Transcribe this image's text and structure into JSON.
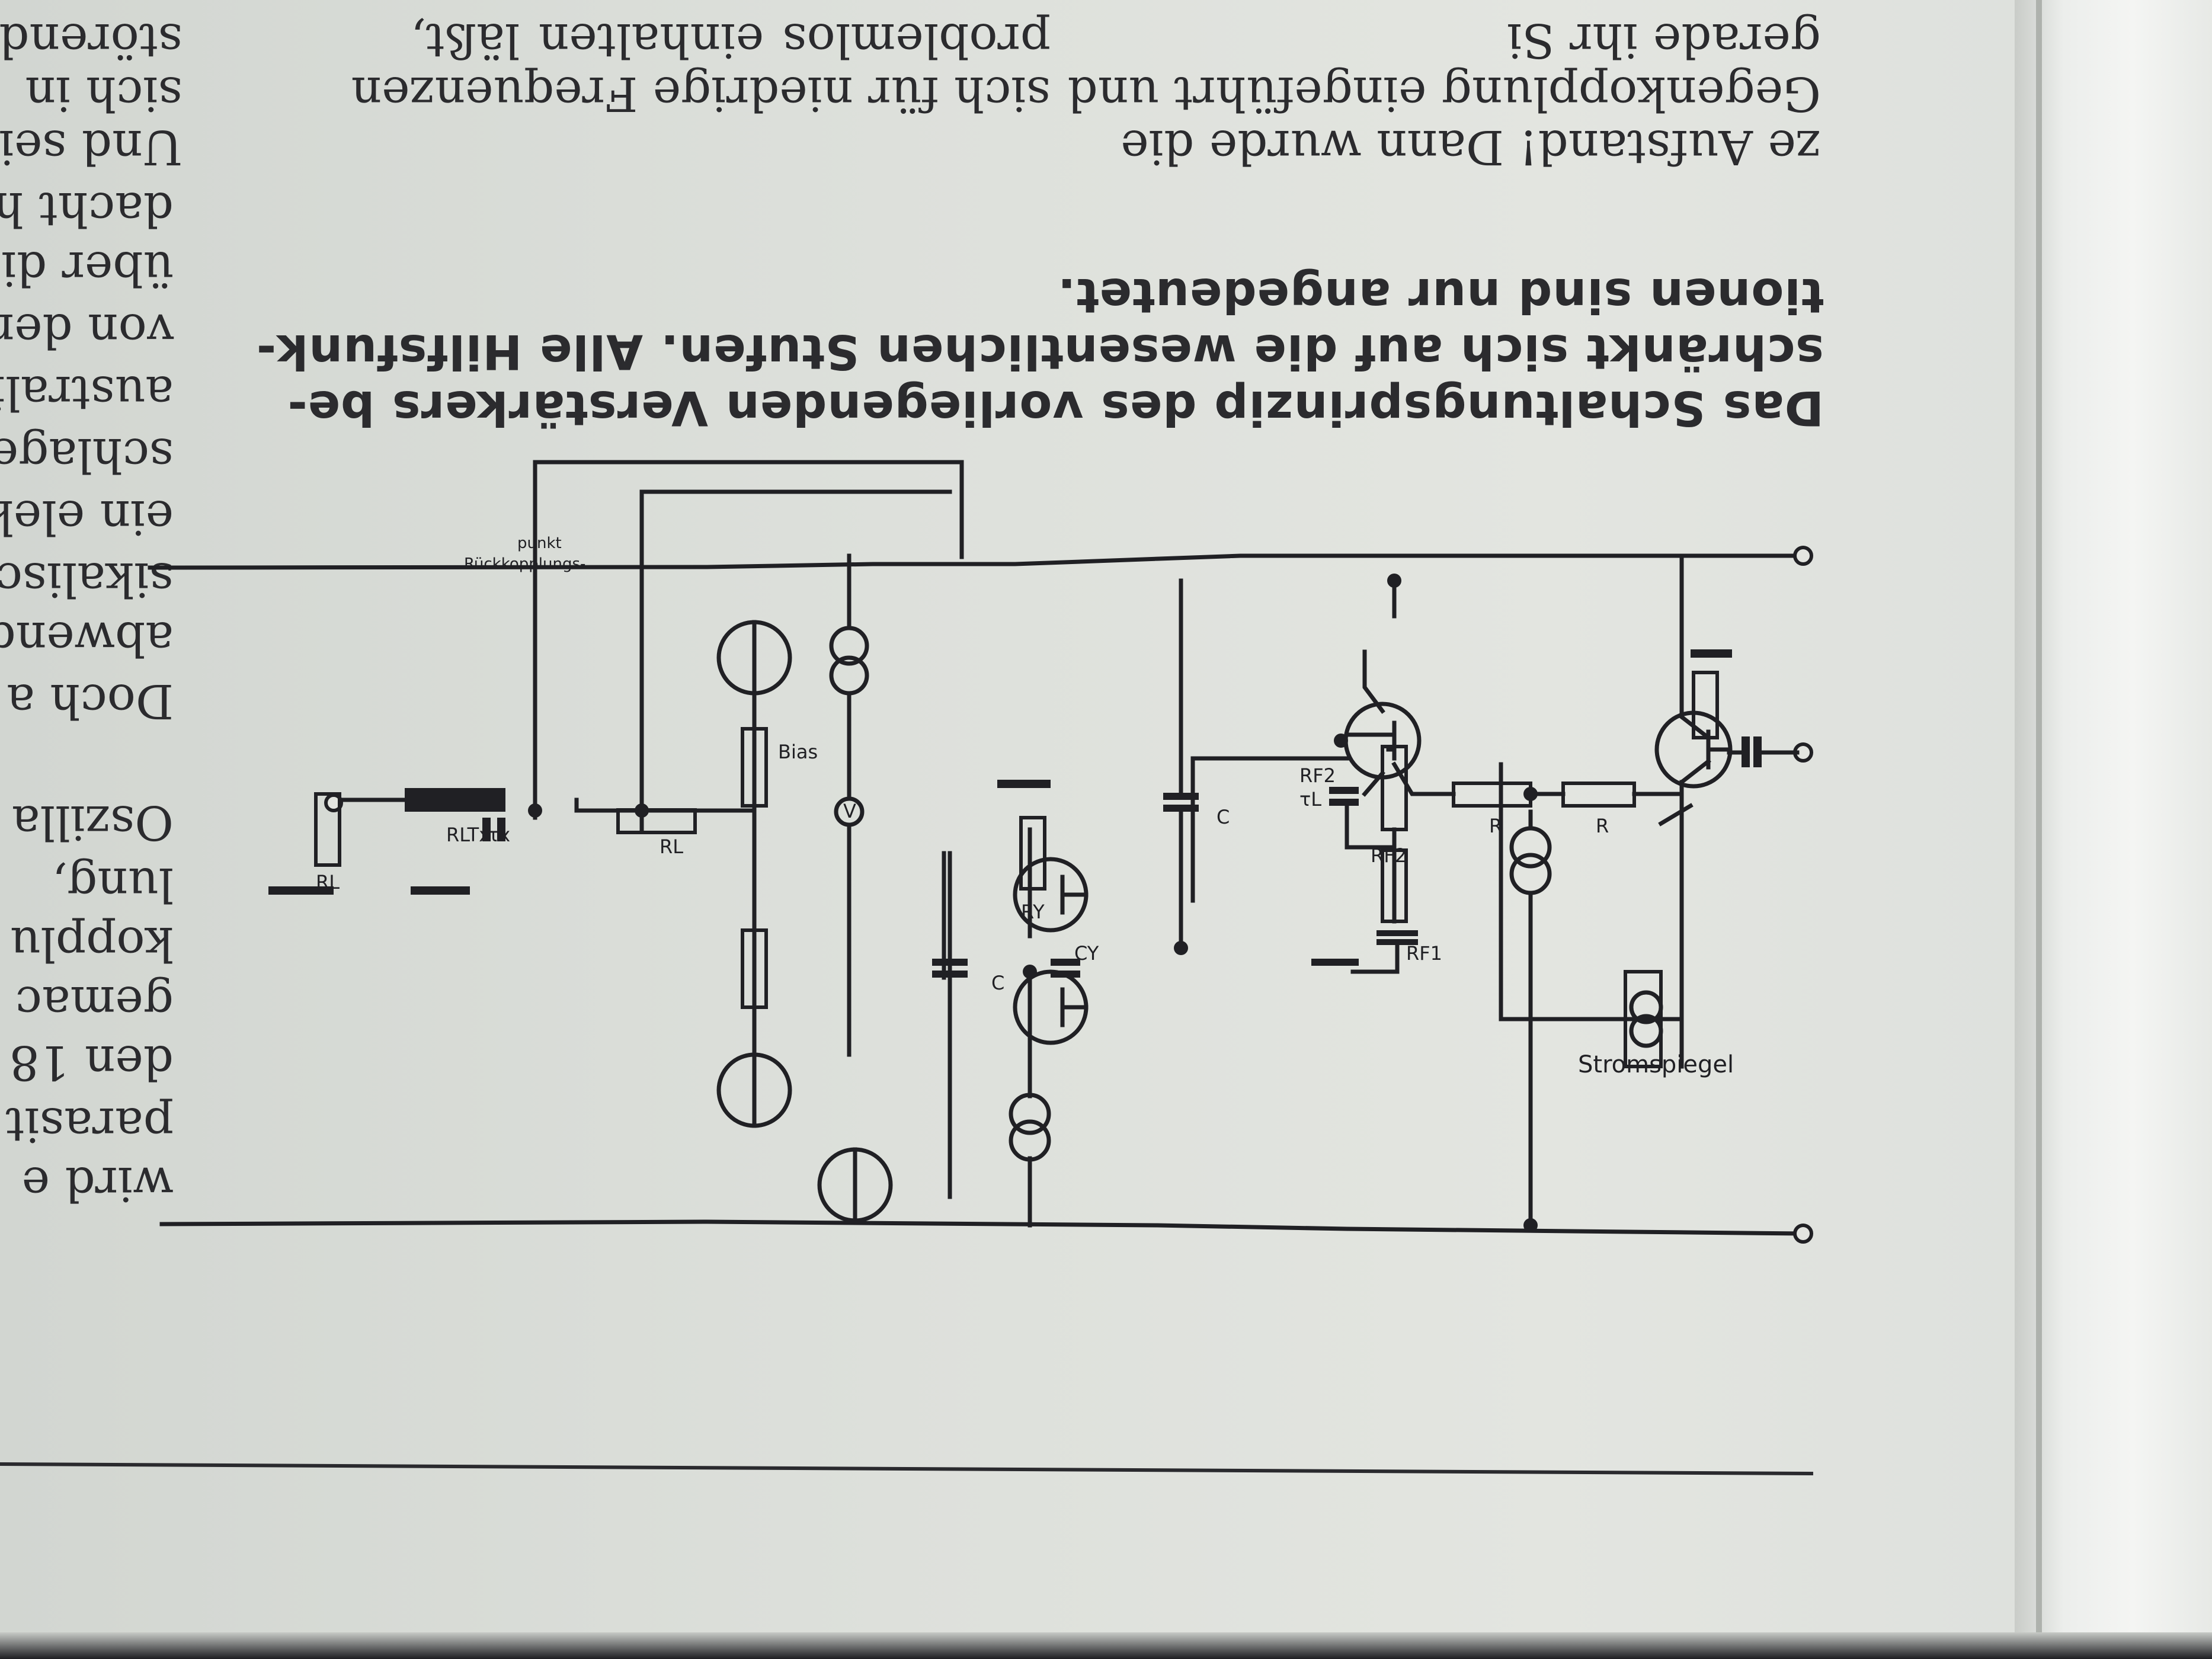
{
  "caption": {
    "line1": "Das Schaltungsprinzip des vorliegenden Verstärkers be-",
    "line2": "schränkt sich auf die wesentlichen Stufen. Alle Hilfsfunk-",
    "line3": "tionen sind nur angedeutet."
  },
  "upper_text": {
    "col1": [
      "ze Aufstand! Dann wurde die",
      "Gegenkopplung eingeführt und",
      "gerade ihr Si"
    ],
    "col2": [
      "sich für niedrige Frequenzen",
      "problemlos einhalten läßt,",
      ""
    ],
    "col3": [
      "Und sei",
      "sich in",
      "störends"
    ]
  },
  "right_column_fragments": [
    "dacht h",
    "über di",
    "von der",
    "australi",
    "schlage",
    "ein elek",
    "sikalisc",
    "abwend",
    "Doch a",
    "Oszilla",
    "lung,",
    "kopplu",
    "gemac",
    "den 18",
    "parasit",
    "wird e"
  ],
  "schematic_labels": {
    "feedback_point": [
      "Rückkopplungs-",
      "punkt"
    ],
    "rl": "RL",
    "tx": "τx",
    "rltx": "RLTx",
    "bias": "Bias",
    "v": "V",
    "c": "C",
    "ry": "RY",
    "cy": "CY",
    "tl": "τL",
    "rf2": "RF2",
    "rf1": "RF1",
    "r": "R",
    "stromspiegel": "Stromspiegel"
  },
  "colors": {
    "paper": "#dde0db",
    "ink": "#202024",
    "shadow": "#1e1e22"
  }
}
